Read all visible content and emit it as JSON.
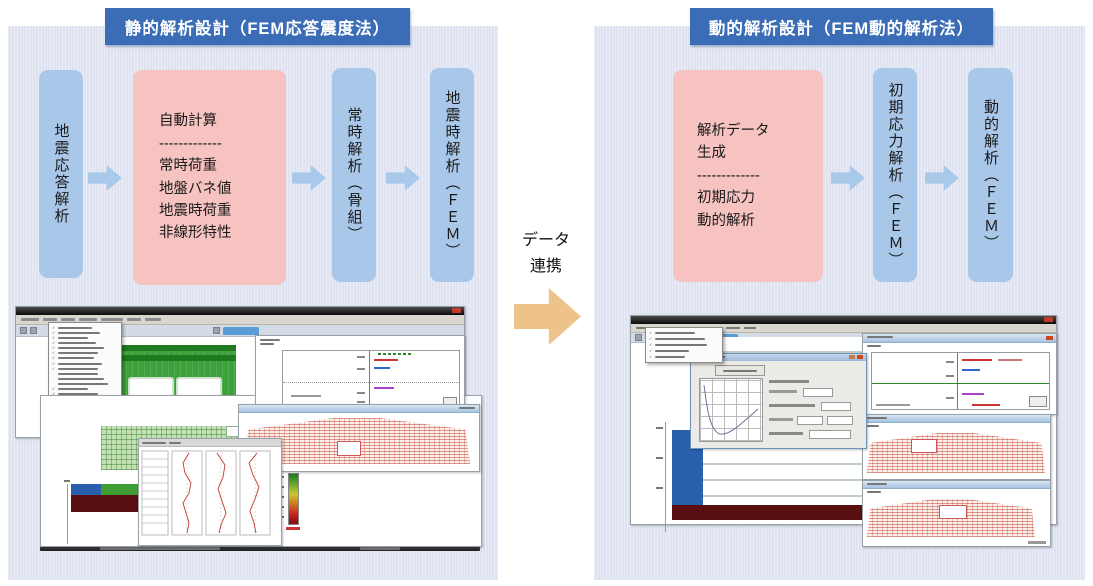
{
  "colors": {
    "panel_bg": "#dfe3f1",
    "header_bg": "#3a6db6",
    "header_text": "#ffffff",
    "box_blue": "#a9c7e9",
    "box_pink": "#f6c3c0",
    "arrow_blue": "#a9c9ea",
    "arrow_orange": "#edc28b"
  },
  "left_panel": {
    "title": "静的解析設計（FEM応答震度法）",
    "steps": {
      "step1": "地震応答解析",
      "step2": "自動計算\n-------------\n常時荷重\n地盤バネ値\n地震時荷重\n非線形特性",
      "step3": "常時解析（骨組）",
      "step4": "地震時解析（ＦＥＭ）"
    }
  },
  "connector": {
    "label": "データ\n連携"
  },
  "right_panel": {
    "title": "動的解析設計（FEM動的解析法）",
    "steps": {
      "step1": "解析データ\n生成\n-------------\n初期応力\n動的解析",
      "step2": "初期応力解析（ＦＥＭ）",
      "step3": "動的解析（ＦＥＭ）"
    }
  }
}
